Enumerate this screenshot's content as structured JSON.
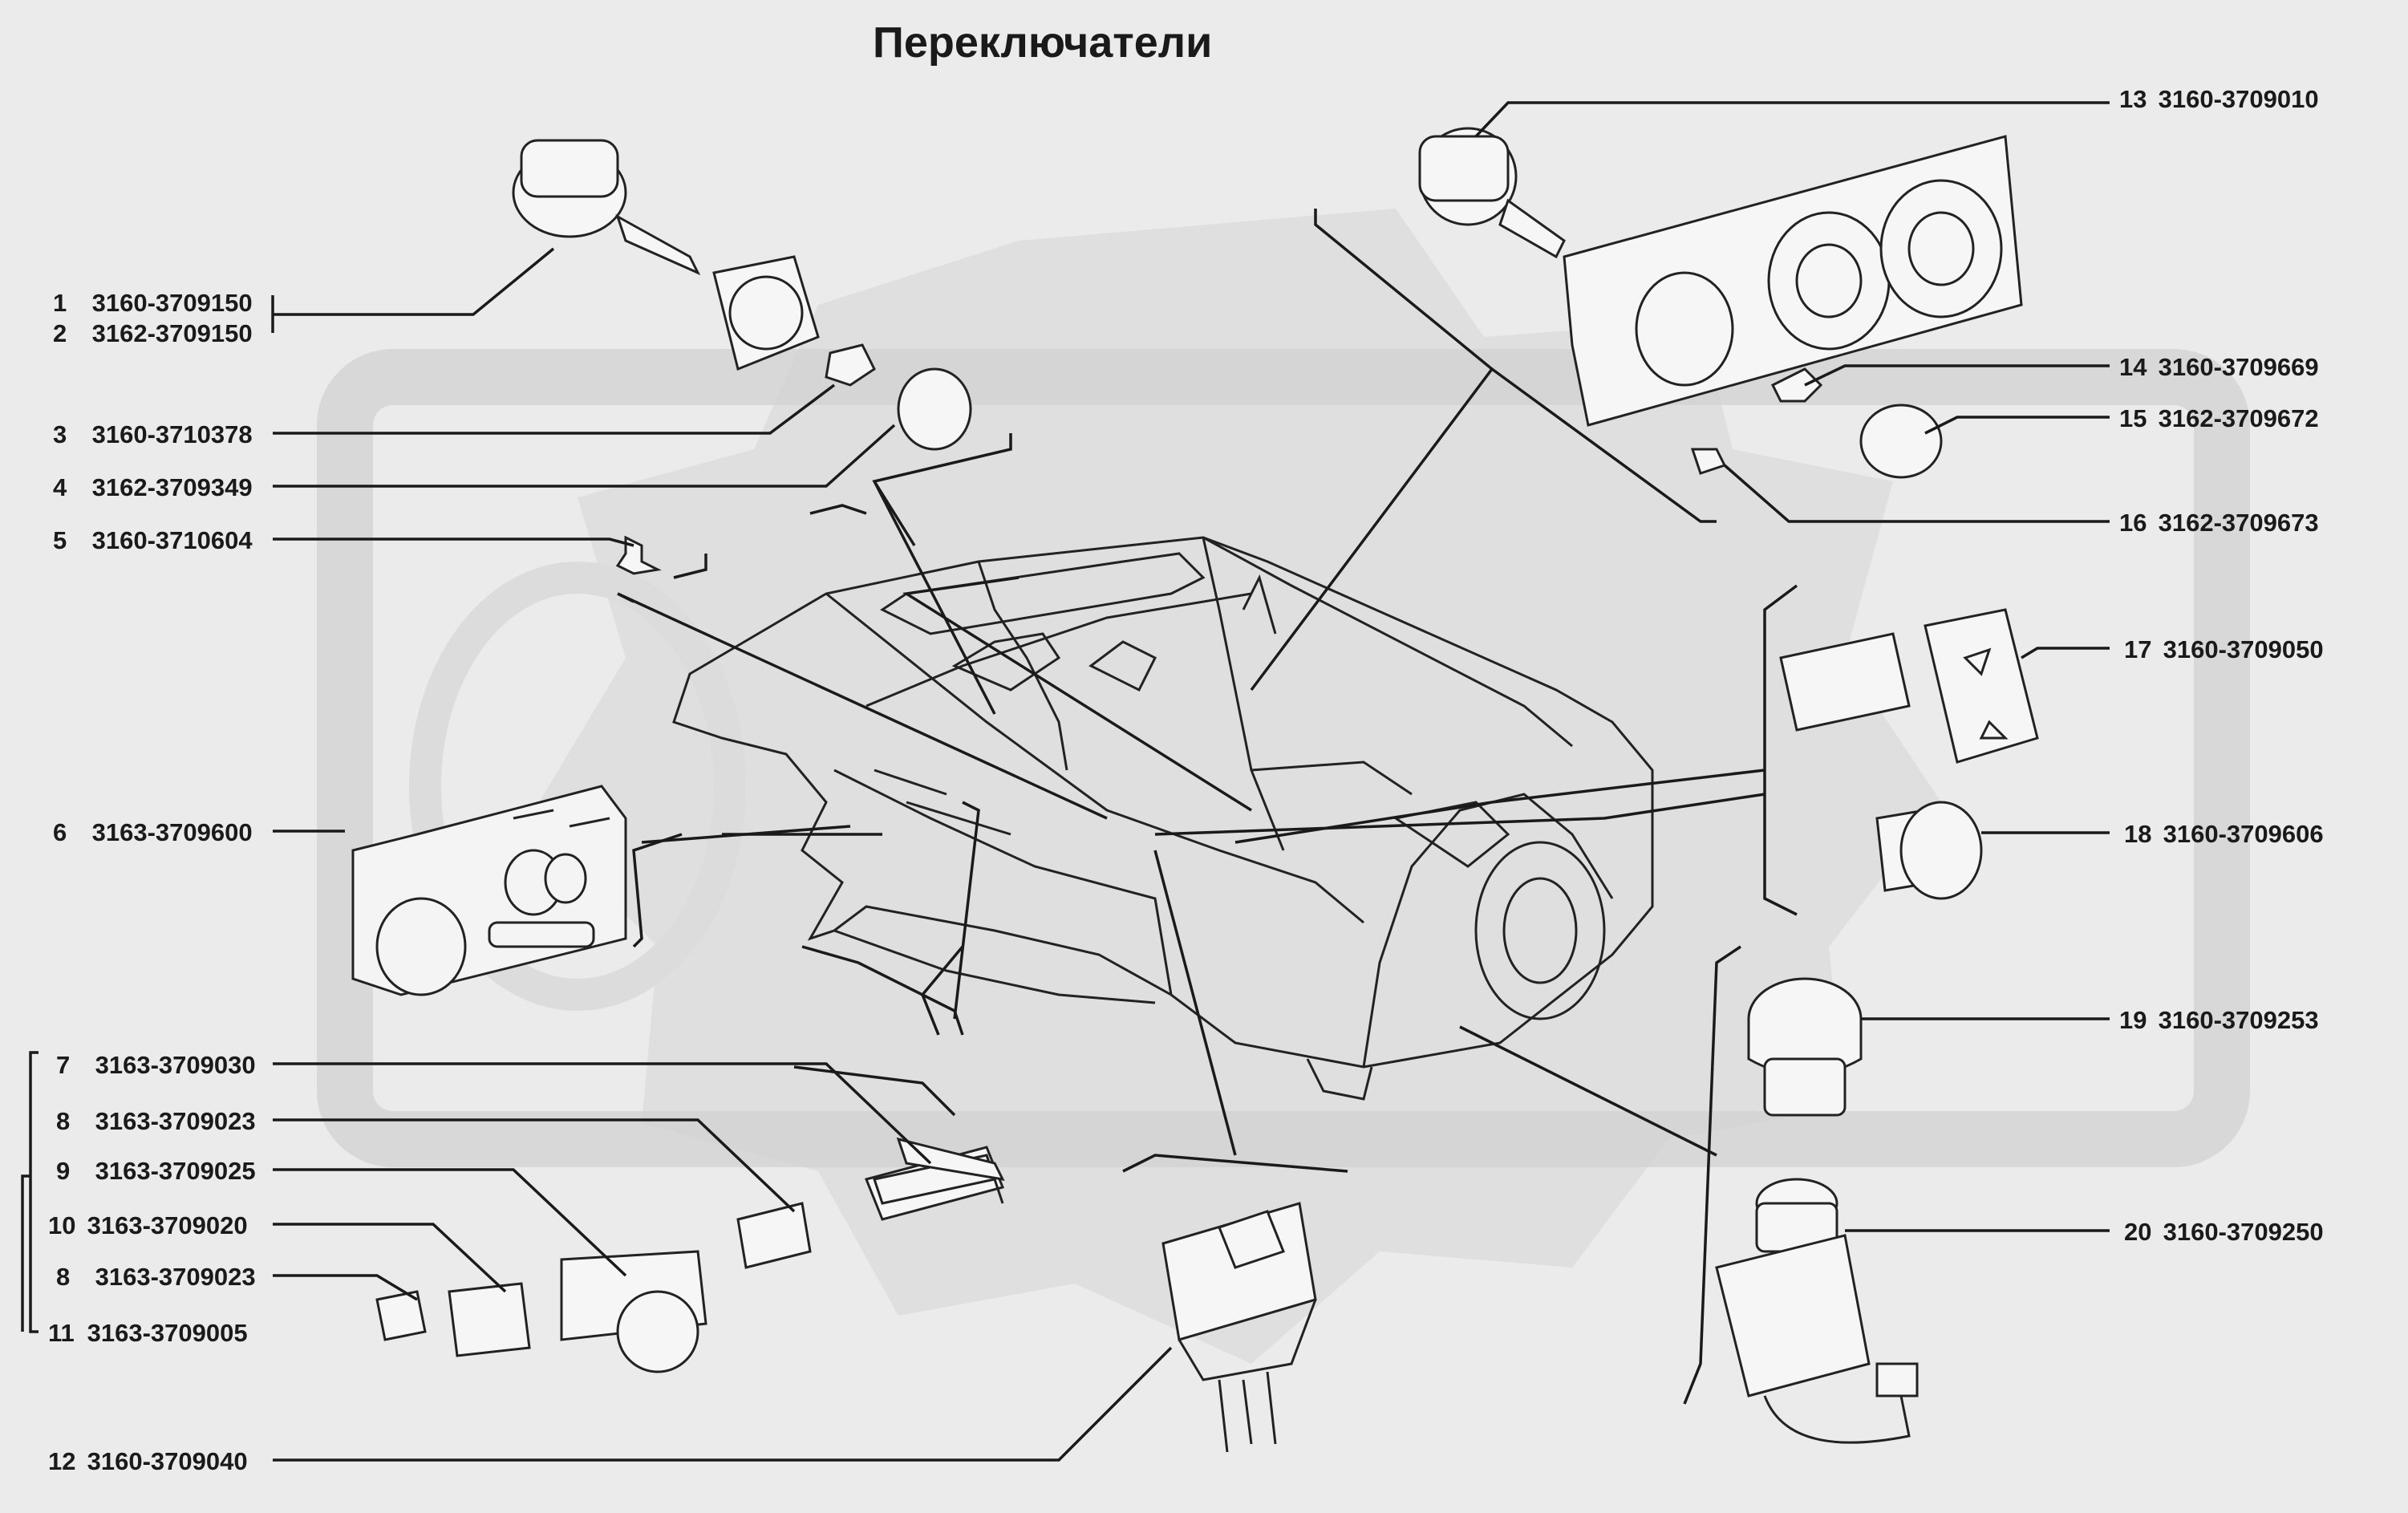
{
  "title": "Переключатели",
  "callouts": [
    {
      "n": "1",
      "code": "3160-3709150"
    },
    {
      "n": "2",
      "code": "3162-3709150"
    },
    {
      "n": "3",
      "code": "3160-3710378"
    },
    {
      "n": "4",
      "code": "3162-3709349"
    },
    {
      "n": "5",
      "code": "3160-3710604"
    },
    {
      "n": "6",
      "code": "3163-3709600"
    },
    {
      "n": "7",
      "code": "3163-3709030"
    },
    {
      "n": "8",
      "code": "3163-3709023"
    },
    {
      "n": "9",
      "code": "3163-3709025"
    },
    {
      "n": "10",
      "code": "3163-3709020"
    },
    {
      "n": "8",
      "code": "3163-3709023"
    },
    {
      "n": "11",
      "code": "3163-3709005"
    },
    {
      "n": "12",
      "code": "3160-3709040"
    },
    {
      "n": "13",
      "code": "3160-3709010"
    },
    {
      "n": "14",
      "code": "3160-3709669"
    },
    {
      "n": "15",
      "code": "3162-3709672"
    },
    {
      "n": "16",
      "code": "3162-3709673"
    },
    {
      "n": "17",
      "code": "3160-3709050"
    },
    {
      "n": "18",
      "code": "3160-3709606"
    },
    {
      "n": "19",
      "code": "3160-3709253"
    },
    {
      "n": "20",
      "code": "3160-3709250"
    }
  ],
  "colors": {
    "background": "#ebebeb",
    "ink": "#1a1a1a",
    "watermark": "#d4d4d4"
  }
}
